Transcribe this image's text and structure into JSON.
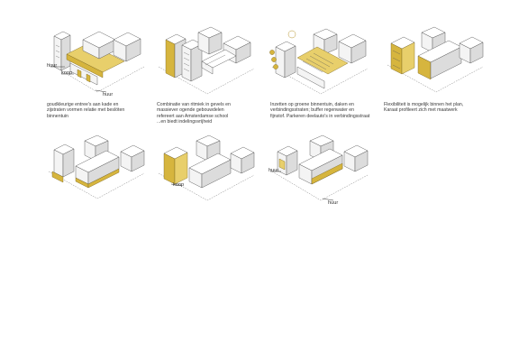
{
  "colors": {
    "accent": "#d6b53e",
    "accent_light": "#e8cf6b",
    "outline": "#555555"
  },
  "panels": [
    {
      "caption_lines": [
        "goudkleurige entree's aan kade en",
        "zijstraten vormen relatie met beslöten",
        "binnentuin"
      ],
      "tags": [
        "huur",
        "koop",
        "huur"
      ]
    },
    {
      "caption_lines": [
        "Combinatie van ritmiek in gevels en",
        "massiever ogende gebouwdelen",
        "refereert aan Amsterdamse school",
        "...en biedt indelingsvrijheid"
      ],
      "tags": []
    },
    {
      "caption_lines": [
        "Inzetten op groene binnentuin, daken en",
        "verbindingsstraten; buffer regenwater en",
        "fijnstof. Parkeren deelauto's in verbindingsstraat"
      ],
      "tags": []
    },
    {
      "caption_lines": [
        "Flexibiliteit is mogelijk binnen het plan,",
        "Karaat profileert zich met maatwerk"
      ],
      "tags": []
    },
    {
      "caption_lines": [],
      "tags": []
    },
    {
      "caption_lines": [],
      "tags": [
        "koop"
      ]
    },
    {
      "caption_lines": [],
      "tags": [
        "huur",
        "huur"
      ]
    }
  ]
}
